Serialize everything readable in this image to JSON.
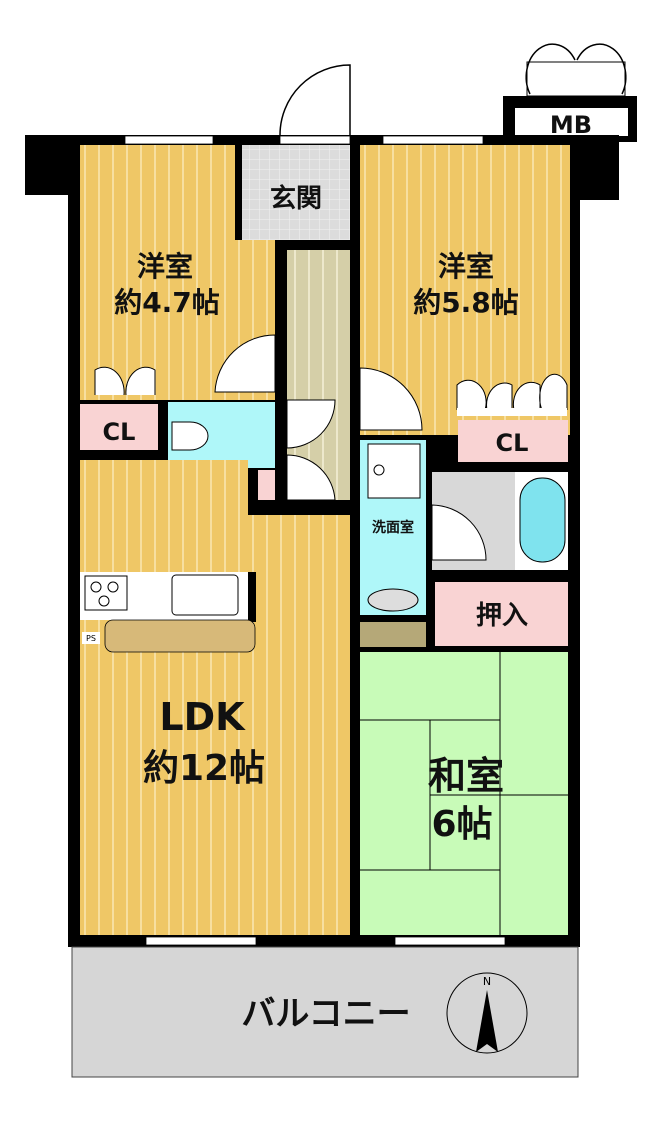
{
  "rooms": {
    "western_room_left": {
      "name": "洋室",
      "size": "約4.7帖"
    },
    "western_room_right": {
      "name": "洋室",
      "size": "約5.8帖"
    },
    "entrance": {
      "name": "玄関"
    },
    "closet_left": {
      "name": "CL"
    },
    "closet_right": {
      "name": "CL"
    },
    "washroom": {
      "name": "洗面室"
    },
    "storage": {
      "name": "押入"
    },
    "ldk": {
      "name": "LDK",
      "size": "約12帖"
    },
    "japanese_room": {
      "name": "和室",
      "size": "6帖"
    },
    "balcony": {
      "name": "バルコニー"
    },
    "meter_box": {
      "name": "MB"
    },
    "pipe_space": {
      "name": "PS"
    }
  },
  "compass": {
    "label": "N"
  },
  "colors": {
    "wood_floor": "#EFC766",
    "wood_stripe": "#F7DFA0",
    "tile": "#DCDCDC",
    "wet_area": "#AFF7F9",
    "closet": "#F9D3D3",
    "tatami": "#C8FBB8",
    "balcony": "#D6D6D6",
    "wall": "#000000"
  }
}
